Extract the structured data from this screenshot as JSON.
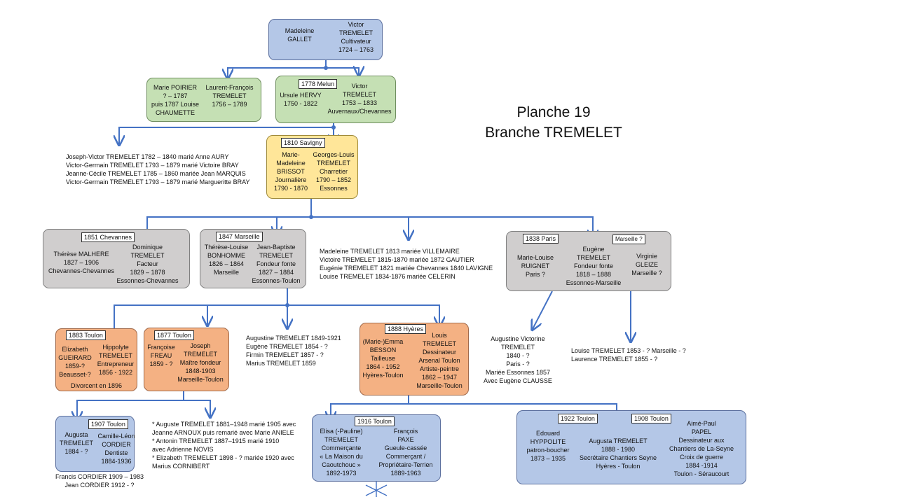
{
  "title": {
    "line1": "Planche 19",
    "line2": "Branche TREMELET"
  },
  "boxes": {
    "b1": {
      "left": "Madeleine\nGALLET",
      "right": "Victor\nTREMELET\nCultivateur\n1724 – 1763"
    },
    "b2": {
      "left": "Marie POIRIER\n? – 1787\npuis 1787 Louise\nCHAUMETTE",
      "right": "Laurent-François\nTREMELET\n1756 – 1789"
    },
    "b3": {
      "tag": "1778 Melun",
      "left": "Ursule HERVY\n1750 - 1822",
      "right": "Victor\nTREMELET\n1753 – 1833\nAuvernaux/Chevannes"
    },
    "b4": {
      "tag": "1810 Savigny",
      "left": "Marie-\nMadeleine\nBRISSOT\nJournalière\n1790 - 1870",
      "right": "Georges-Louis\nTREMELET\nCharretier\n1790 – 1852\nEssonnes"
    },
    "b5": {
      "tag": "1851 Chevannes",
      "left": "Thérèse MALHERE\n1827 – 1906\nChevannes-Chevannes",
      "right": "Dominique\nTREMELET\nFacteur\n1829 – 1878\nEssonnes-Chevannes"
    },
    "b6": {
      "tag": "1847 Marseille",
      "left": "Thérèse-Louise\nBONHOMME\n1826 – 1864\nMarseille",
      "right": "Jean-Baptiste\nTREMELET\nFondeur fonte\n1827 – 1884\nEssonnes-Toulon"
    },
    "b7": {
      "tag": "1838 Paris",
      "tag2": "Marseille ?",
      "left": "Marie-Louise\nRUIGNET\nParis ?",
      "mid": "Eugène\nTREMELET\nFondeur fonte\n1818 – 1888\nEssonnes-Marseille",
      "right": "Virginie\nGLEIZE\nMarseille ?"
    },
    "b8": {
      "tag": "1883 Toulon",
      "left": "Elizabeth\nGUEIRARD\n1859-?\nBeausset-?",
      "right": "Hippolyte\nTREMELET\nEntrepreneur\n1856 - 1922",
      "bottom": "Divorcent en 1896"
    },
    "b9": {
      "tag": "1877 Toulon",
      "left": "Françoise\nFREAU\n1859 - ?",
      "right": "Joseph\nTREMELET\nMaître fondeur\n1848-1903\nMarseille-Toulon"
    },
    "b10": {
      "tag": "1888 Hyères",
      "left": "(Marie-)Emma\nBESSON\nTailleuse\n1864 - 1952\nHyères-Toulon",
      "right": "Louis\nTREMELET\nDessinateur\nArsenal Toulon\nArtiste-peintre\n1862 – 1947\nMarseille-Toulon"
    },
    "b11": {
      "tag": "1907 Toulon",
      "left": "Augusta\nTREMELET\n1884 - ?",
      "right": "Camille-Léon\nCORDIER\nDentiste\n1884-1936"
    },
    "b12": {
      "tag": "1916 Toulon",
      "left": "Elisa (-Pauline)\nTREMELET\nCommerçante\n« La Maison du\nCaoutchouc »\n1892-1973",
      "right": "François\nPAXE\nGueule-cassée\nCommerçant /\nPropriétaire-Terrien\n1889-1963"
    },
    "b13": {
      "tag": "1922 Toulon",
      "tag2": "1908 Toulon",
      "left": "Edouard\nHYPPOLITE\npatron-boucher\n1873 – 1935",
      "mid": "Augusta TREMELET\n1888 - 1980\nSecrétaire Chantiers Seyne\nHyères - Toulon",
      "right": "Aimé-Paul\nPAPEL\nDessinateur aux\nChantiers de La-Seyne\nCroix de guerre\n1884 -1914\nToulon - Séraucourt"
    }
  },
  "lists": {
    "l1": [
      "Joseph-Victor TREMELET  1782 – 1840 marié Anne AURY",
      "Victor-Germain TREMELET 1793 – 1879 marié Victoire BRAY",
      "Jeanne-Cécile TREMELET  1785 – 1860 mariée Jean MARQUIS",
      "Victor-Germain TREMELET  1793 – 1879 marié Margueritte BRAY"
    ],
    "l2": [
      "Madeleine TREMELET 1813  mariée VILLEMAIRE",
      "Victoire TREMELET 1815-1870  mariée 1872 GAUTIER",
      "Eugénie TREMELET 1821   mariée Chevannes 1840 LAVIGNE",
      "Louise TREMELET 1834-1876  mariée CELERIN"
    ],
    "l3": [
      "Augustine TREMELET 1849-1921",
      "Eugène TREMELET 1854 - ?",
      "Firmin TREMELET  1857 - ?",
      "Marius TREMELET 1859"
    ],
    "l4": [
      "Augustine Victorine",
      "TREMELET",
      "1840 - ?",
      "Paris - ?",
      "Mariée Essonnes 1857",
      "Avec  Eugène CLAUSSE"
    ],
    "l5": [
      "Louise TREMELET 1853 - ? Marseille - ?",
      "Laurence  TREMELET 1855 - ?"
    ],
    "l6": [
      "* Auguste TREMELET 1881–1948  marié 1905 avec",
      "Jeanne ARNOUX puis remarié avec Marie ANIELE",
      "* Antonin TREMELET 1887–1915     marié 1910",
      "avec Adrienne NOVIS",
      "* Elizabeth TREMELET 1898 - ? mariée 1920 avec",
      "Marius CORNIBERT"
    ],
    "l7": [
      "Francis CORDIER 1909 – 1983",
      "Jean CORDIER 1912 - ?"
    ]
  },
  "colors": {
    "connector": "#4472c4",
    "blue": "#b4c7e7",
    "green": "#c5e0b4",
    "yellow": "#ffe699",
    "gray": "#d0cece",
    "orange": "#f4b183"
  }
}
